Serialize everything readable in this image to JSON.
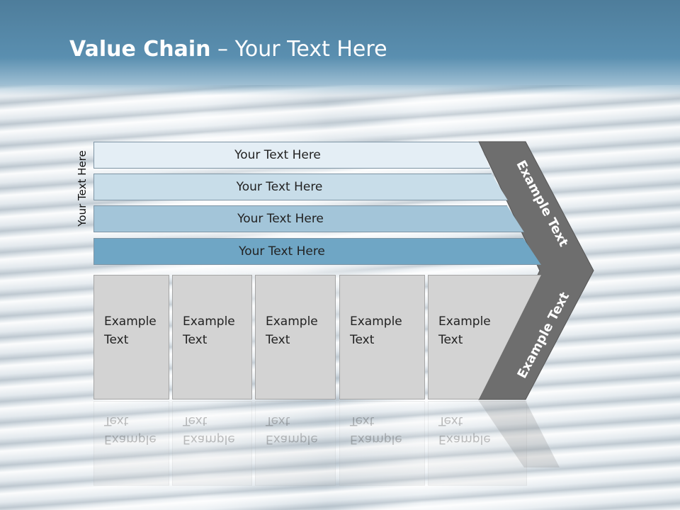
{
  "title": {
    "bold": "Value Chain",
    "rest": " – Your Text Here"
  },
  "vertical_label": "Your Text Here",
  "bars": [
    {
      "label": "Your Text Here",
      "color": "#e4eef5"
    },
    {
      "label": "Your Text Here",
      "color": "#c8dde9"
    },
    {
      "label": "Your Text Here",
      "color": "#a3c5d9"
    },
    {
      "label": "Your Text Here",
      "color": "#6fa6c5"
    }
  ],
  "boxes": [
    {
      "line1": "Example",
      "line2": "Text"
    },
    {
      "line1": "Example",
      "line2": "Text"
    },
    {
      "line1": "Example",
      "line2": "Text"
    },
    {
      "line1": "Example",
      "line2": "Text"
    },
    {
      "line1": "Example",
      "line2": "Text"
    }
  ],
  "arrow": {
    "upper_label": "Example Text",
    "lower_label": "Example Text",
    "color": "#6e6e6e"
  }
}
